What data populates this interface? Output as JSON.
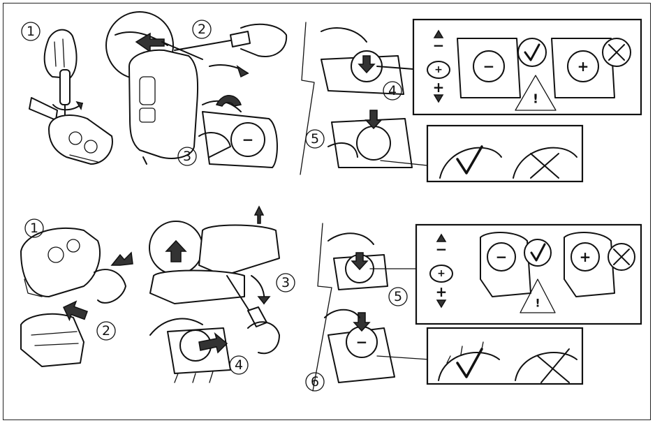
{
  "steps_top": [
    {
      "label": "1"
    },
    {
      "label": "2"
    },
    {
      "label": "3"
    },
    {
      "label": "4"
    },
    {
      "label": "5"
    }
  ],
  "steps_bottom": [
    {
      "label": "1"
    },
    {
      "label": "2"
    },
    {
      "label": "3"
    },
    {
      "label": "4"
    },
    {
      "label": "5"
    },
    {
      "label": "6"
    }
  ],
  "battery": {
    "minus": "−",
    "plus": "+"
  },
  "icons": [
    "hand-icon",
    "screwdriver-icon",
    "key-fob-icon",
    "coin-battery-icon",
    "check-mark-icon",
    "cross-mark-icon",
    "warning-triangle-icon",
    "arrow-icon"
  ]
}
